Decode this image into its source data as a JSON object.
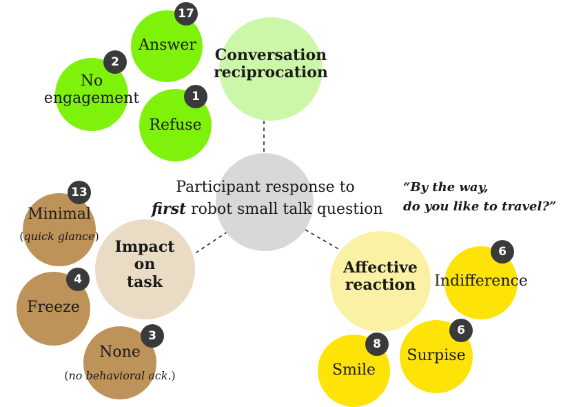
{
  "center": {
    "line1": "Participant response to",
    "line2_em": "first",
    "line2_rest": " robot small talk question"
  },
  "quote": {
    "line1": "“By the way,",
    "line2": "do you like to travel?”"
  },
  "groups": {
    "conversation": {
      "title_l1": "Conversation",
      "title_l2": "reciprocation",
      "color": "#ccf7a8",
      "items": {
        "answer": {
          "label": "Answer",
          "count": "17"
        },
        "no_engagement": {
          "label_l1": "No",
          "label_l2": "engagement",
          "count": "2"
        },
        "refuse": {
          "label": "Refuse",
          "count": "1"
        }
      },
      "item_color": "#7ef20a"
    },
    "impact": {
      "title_l1": "Impact",
      "title_l2": "on",
      "title_l3": "task",
      "color": "#eadbc4",
      "items": {
        "minimal": {
          "label": "Minimal",
          "note_open": "(",
          "note": "quick glance",
          "note_close": ")",
          "count": "13"
        },
        "freeze": {
          "label": "Freeze",
          "count": "4"
        },
        "none": {
          "label": "None",
          "note_open": "(",
          "note": "no behavioral ack.",
          "note_close": ")",
          "count": "3"
        }
      },
      "item_color": "#bd9359"
    },
    "affective": {
      "title_l1": "Affective",
      "title_l2": "reaction",
      "color": "#fbf1a4",
      "items": {
        "indifference": {
          "label": "Indifference",
          "count": "6"
        },
        "surpise": {
          "label": "Surpise",
          "count": "6"
        },
        "smile": {
          "label": "Smile",
          "count": "8"
        }
      },
      "item_color": "#fde308"
    }
  }
}
